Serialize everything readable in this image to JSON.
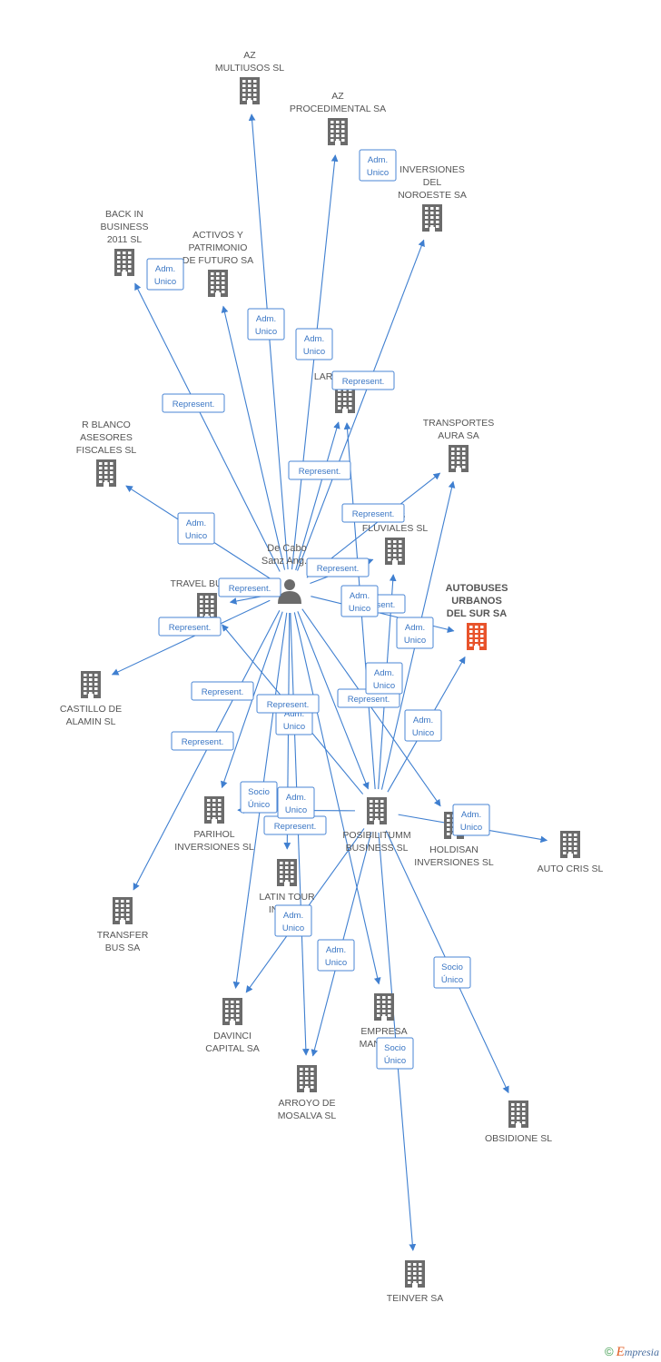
{
  "person": {
    "id": "person",
    "label_lines": [
      "De Cabo",
      "Sanz Ang..."
    ]
  },
  "nodes": [
    {
      "id": "az_multiusos",
      "label_lines": [
        "AZ",
        "MULTIUSOS SL"
      ],
      "highlight": false
    },
    {
      "id": "az_procedimental",
      "label_lines": [
        "AZ",
        "PROCEDIMENTAL SA"
      ],
      "highlight": false
    },
    {
      "id": "inversiones_noroeste",
      "label_lines": [
        "INVERSIONES",
        "DEL",
        "NOROESTE SA"
      ],
      "highlight": false
    },
    {
      "id": "back_in_business",
      "label_lines": [
        "BACK IN",
        "BUSINESS",
        "2011 SL"
      ],
      "highlight": false
    },
    {
      "id": "activos_patrimonio",
      "label_lines": [
        "ACTIVOS Y",
        "PATRIMONIO",
        "DE FUTURO SA"
      ],
      "highlight": false
    },
    {
      "id": "lardisan",
      "label_lines": [
        "LARDISAN SL"
      ],
      "highlight": false
    },
    {
      "id": "transportes_aura",
      "label_lines": [
        "TRANSPORTES",
        "AURA SA"
      ],
      "highlight": false
    },
    {
      "id": "r_blanco",
      "label_lines": [
        "R BLANCO",
        "ASESORES",
        "FISCALES SL"
      ],
      "highlight": false
    },
    {
      "id": "fluviales",
      "label_lines": [
        "...AS",
        "FLUVIALES SL"
      ],
      "highlight": false
    },
    {
      "id": "autobuses_urbanos",
      "label_lines": [
        "AUTOBUSES",
        "URBANOS",
        "DEL SUR SA"
      ],
      "highlight": true
    },
    {
      "id": "travel_bus",
      "label_lines": [
        "TRAVEL BUS SA"
      ],
      "highlight": false
    },
    {
      "id": "castillo_alamin",
      "label_lines": [
        "CASTILLO DE",
        "ALAMIN SL"
      ],
      "highlight": false
    },
    {
      "id": "posibilitumm",
      "label_lines": [
        "POSIBILITUMM",
        "BUSINESS SL"
      ],
      "highlight": false
    },
    {
      "id": "holdisan",
      "label_lines": [
        "HOLDISAN",
        "INVERSIONES SL"
      ],
      "highlight": false
    },
    {
      "id": "auto_cris",
      "label_lines": [
        "AUTO CRIS SL"
      ],
      "highlight": false
    },
    {
      "id": "parihol",
      "label_lines": [
        "PARIHOL",
        "INVERSIONES SL"
      ],
      "highlight": false
    },
    {
      "id": "latin_tour",
      "label_lines": [
        "LATIN TOUR",
        "INTER..."
      ],
      "highlight": false
    },
    {
      "id": "transfer_bus",
      "label_lines": [
        "TRANSFER",
        "BUS SA"
      ],
      "highlight": false
    },
    {
      "id": "davinci",
      "label_lines": [
        "DAVINCI",
        "CAPITAL SA"
      ],
      "highlight": false
    },
    {
      "id": "empresa_manco",
      "label_lines": [
        "EMPRESA",
        "MANCO...A",
        "D..."
      ],
      "highlight": false
    },
    {
      "id": "arroyo_mosalva",
      "label_lines": [
        "ARROYO DE",
        "MOSALVA SL"
      ],
      "highlight": false
    },
    {
      "id": "obsidione",
      "label_lines": [
        "OBSIDIONE  SL"
      ],
      "highlight": false
    },
    {
      "id": "teinver",
      "label_lines": [
        "TEINVER SA"
      ],
      "highlight": false
    }
  ],
  "edges": [
    {
      "from": "person",
      "to": "az_multiusos",
      "label_lines": [
        "Adm.",
        "Unico"
      ]
    },
    {
      "from": "person",
      "to": "az_procedimental",
      "label_lines": [
        "Adm.",
        "Unico"
      ]
    },
    {
      "from": "person",
      "to": "inversiones_noroeste",
      "label_lines": [
        "Adm.",
        "Unico"
      ]
    },
    {
      "from": "person",
      "to": "back_in_business",
      "label_lines": [
        "Represent."
      ]
    },
    {
      "from": "person",
      "to": "activos_patrimonio",
      "label_lines": [
        "Adm.",
        "Unico"
      ]
    },
    {
      "from": "person",
      "to": "lardisan",
      "label_lines": [
        "Represent."
      ]
    },
    {
      "from": "person",
      "to": "transportes_aura",
      "label_lines": [
        "Represent."
      ]
    },
    {
      "from": "person",
      "to": "r_blanco",
      "label_lines": [
        "Adm.",
        "Unico"
      ]
    },
    {
      "from": "person",
      "to": "fluviales",
      "label_lines": [
        "Represent."
      ]
    },
    {
      "from": "person",
      "to": "autobuses_urbanos",
      "label_lines": [
        "Represent."
      ]
    },
    {
      "from": "person",
      "to": "travel_bus",
      "label_lines": [
        "Represent."
      ]
    },
    {
      "from": "person",
      "to": "castillo_alamin",
      "label_lines": [
        "Represent."
      ]
    },
    {
      "from": "person",
      "to": "parihol",
      "label_lines": [
        "Represent."
      ]
    },
    {
      "from": "person",
      "to": "transfer_bus",
      "label_lines": [
        "Represent."
      ]
    },
    {
      "from": "person",
      "to": "latin_tour",
      "label_lines": [
        "Adm.",
        "Unico"
      ]
    },
    {
      "from": "person",
      "to": "davinci",
      "label_lines": [
        "Socio",
        "Único"
      ]
    },
    {
      "from": "person",
      "to": "holdisan",
      "label_lines": [
        "Adm.",
        "Unico"
      ]
    },
    {
      "from": "person",
      "to": "posibilitumm",
      "label_lines": [
        "Represent."
      ]
    },
    {
      "from": "person",
      "to": "arroyo_mosalva",
      "label_lines": [
        "Represent."
      ]
    },
    {
      "from": "person",
      "to": "empresa_manco",
      "label_lines": [
        "Represent."
      ]
    },
    {
      "from": "posibilitumm",
      "to": "lardisan",
      "label_lines": [
        "Represent."
      ]
    },
    {
      "from": "posibilitumm",
      "to": "fluviales",
      "label_lines": [
        "Adm.",
        "Unico"
      ]
    },
    {
      "from": "posibilitumm",
      "to": "transportes_aura",
      "label_lines": [
        "Adm.",
        "Unico"
      ]
    },
    {
      "from": "posibilitumm",
      "to": "autobuses_urbanos",
      "label_lines": [
        "Adm.",
        "Unico"
      ]
    },
    {
      "from": "posibilitumm",
      "to": "auto_cris",
      "label_lines": [
        "Adm.",
        "Unico"
      ]
    },
    {
      "from": "posibilitumm",
      "to": "travel_bus",
      "label_lines": [
        "Adm.",
        "Unico"
      ]
    },
    {
      "from": "posibilitumm",
      "to": "parihol",
      "label_lines": [
        "Adm.",
        "Unico"
      ]
    },
    {
      "from": "posibilitumm",
      "to": "davinci",
      "label_lines": [
        "Adm.",
        "Unico"
      ]
    },
    {
      "from": "posibilitumm",
      "to": "arroyo_mosalva",
      "label_lines": [
        "Adm.",
        "Unico"
      ]
    },
    {
      "from": "posibilitumm",
      "to": "obsidione",
      "label_lines": [
        "Socio",
        "Único"
      ]
    },
    {
      "from": "posibilitumm",
      "to": "teinver",
      "label_lines": [
        "Socio",
        "Único"
      ]
    }
  ],
  "footer": {
    "copyright": "©",
    "brand_initial": "E",
    "brand_rest": "mpresia"
  },
  "colors": {
    "edge": "#3f7fd0",
    "building": "#6b6b6b",
    "building_highlight": "#e8532b",
    "person": "#6b6b6b"
  }
}
